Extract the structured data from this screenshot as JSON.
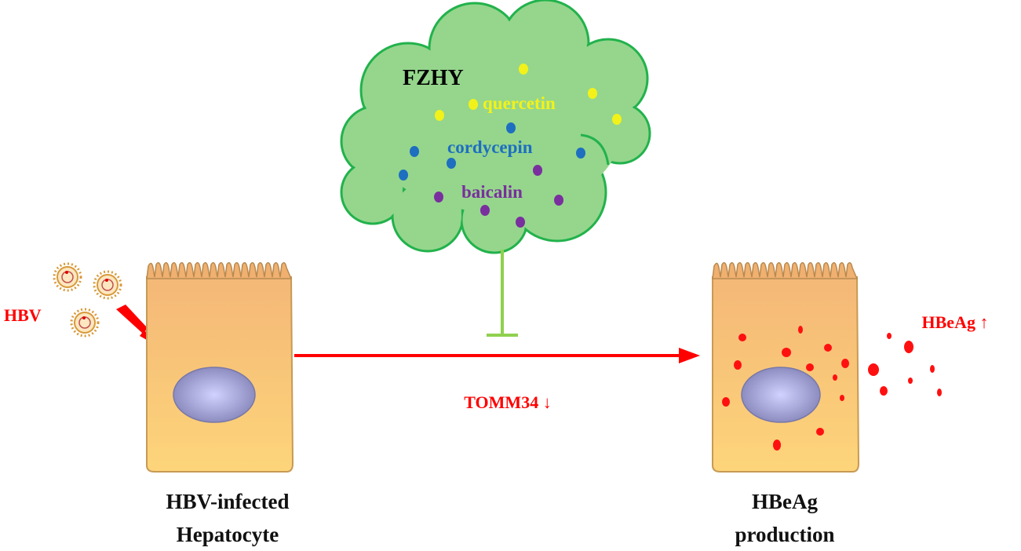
{
  "cloud": {
    "title": "FZHY",
    "compounds": [
      {
        "name": "quercetin",
        "color": "#f2f21a"
      },
      {
        "name": "cordycepin",
        "color": "#1e6fc0"
      },
      {
        "name": "baicalin",
        "color": "#7a2f9e"
      }
    ],
    "fill": "#95d68c",
    "stroke": "#22b24c"
  },
  "labels": {
    "hbv": "HBV",
    "tomm34": "TOMM34 ↓",
    "hbeag_up": "HBeAg ↑",
    "left_cell_line1": "HBV-infected",
    "left_cell_line2": "Hepatocyte",
    "right_cell_line1": "HBeAg",
    "right_cell_line2": "production"
  },
  "colors": {
    "red": "#ff0000",
    "inhibit": "#8fd14f",
    "cell": "#fbc46e",
    "nucleus": "#b8b8f0"
  }
}
